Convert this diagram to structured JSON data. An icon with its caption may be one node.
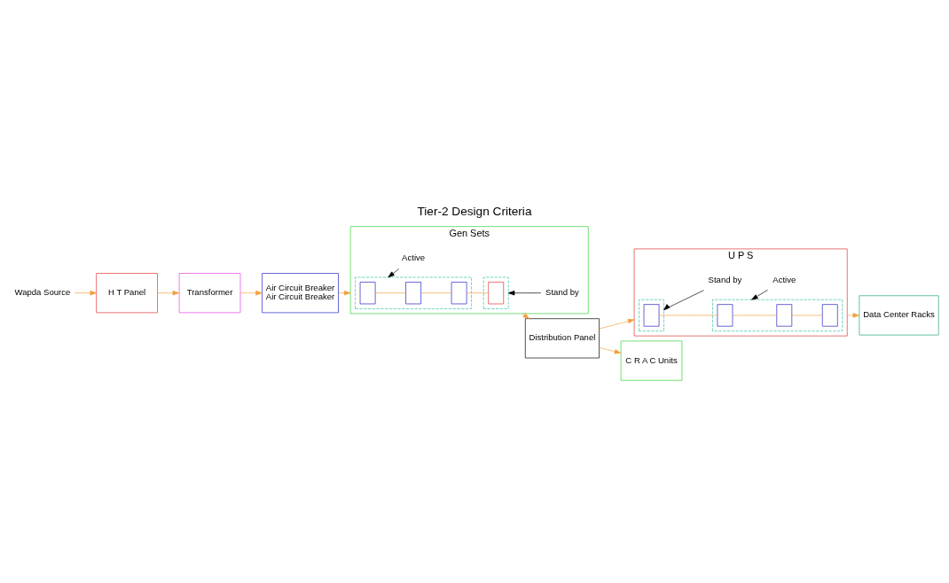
{
  "diagram": {
    "title": "Tier-2 Design Criteria",
    "nodes": [
      {
        "text": [
          "Wapda Source"
        ]
      },
      {
        "text": [
          "H T Panel"
        ]
      },
      {
        "text": [
          "Transformer"
        ]
      },
      {
        "text": [
          "Air Circuit Breaker",
          "Air Circuit Breaker"
        ]
      },
      {
        "text": [
          "Gen Sets"
        ]
      },
      {
        "text": [],
        "shape": "box",
        "in": 4
      },
      {
        "text": [],
        "shape": "box",
        "in": 5
      },
      {
        "text": [],
        "shape": "box",
        "in": 5
      },
      {
        "text": [],
        "shape": "box",
        "in": 5
      },
      {
        "text": [],
        "shape": "box",
        "in": 4
      },
      {
        "text": [],
        "shape": "box",
        "in": 9
      },
      {
        "text": [
          "Active"
        ],
        "in": 4
      },
      {
        "text": [
          "Stand by"
        ],
        "in": 4
      },
      {
        "text": [
          "Distribution Panel"
        ]
      },
      {
        "text": [
          "U P S"
        ]
      },
      {
        "text": [],
        "shape": "box",
        "in": 14
      },
      {
        "text": [],
        "shape": "box",
        "in": 15
      },
      {
        "text": [],
        "shape": "box",
        "in": 14
      },
      {
        "text": [],
        "shape": "box",
        "in": 17
      },
      {
        "text": [],
        "shape": "box",
        "in": 17
      },
      {
        "text": [],
        "shape": "box",
        "in": 17
      },
      {
        "text": [
          "Stand by"
        ],
        "in": 14
      },
      {
        "text": [
          "Active"
        ],
        "in": 14
      },
      {
        "text": [
          "Data Center Racks"
        ]
      },
      {
        "text": [
          "C R A C Units"
        ]
      }
    ],
    "edges": [
      {
        "from": 0,
        "to": 1,
        "arrow": "to"
      },
      {
        "from": 1,
        "to": 2,
        "arrow": "to"
      },
      {
        "from": 2,
        "to": 3,
        "arrow": "to"
      },
      {
        "from": 3,
        "to": 4,
        "arrow": "to"
      },
      {
        "from": 6,
        "to": 7,
        "arrow": "none"
      },
      {
        "from": 7,
        "to": 8,
        "arrow": "none"
      },
      {
        "from": 8,
        "to": 10,
        "arrow": "none"
      },
      {
        "from": 11,
        "to": 5,
        "arrow": "to",
        "color": "#000000"
      },
      {
        "from": 12,
        "to": 9,
        "arrow": "to",
        "color": "#000000"
      },
      {
        "from": 4,
        "to": 13,
        "arrow": "to"
      },
      {
        "from": 13,
        "to": 14,
        "arrow": "to"
      },
      {
        "from": 20,
        "to": 19,
        "arrow": "none"
      },
      {
        "from": 19,
        "to": 18,
        "arrow": "none"
      },
      {
        "from": 18,
        "to": 16,
        "arrow": "none"
      },
      {
        "from": 21,
        "to": 15,
        "arrow": "to",
        "color": "#000000"
      },
      {
        "from": 22,
        "to": 17,
        "arrow": "to",
        "color": "#000000"
      },
      {
        "from": 14,
        "to": 23,
        "arrow": "to"
      },
      {
        "from": 13,
        "to": 24,
        "arrow": "to"
      }
    ]
  }
}
